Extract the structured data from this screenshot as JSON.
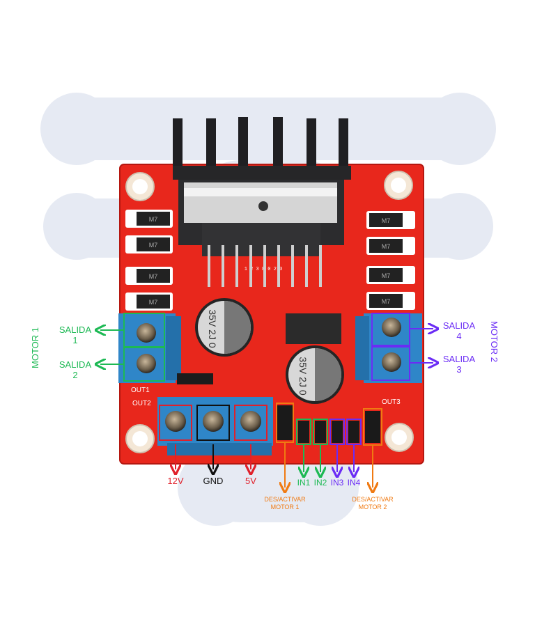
{
  "board": {
    "chip_marking": "1 2 3 8 0 2 3",
    "capacitor_left": "35V 2J 0",
    "capacitor_right": "35V 2J 0",
    "out_left_label": "OUT2",
    "out_left_top_label": "OUT1",
    "out_right_label": "OUT3",
    "diode_label": "M7"
  },
  "motor1": {
    "title": "MOTOR 1",
    "out1_label": "SALIDA\n1",
    "out2_label": "SALIDA\n2"
  },
  "motor2": {
    "title": "MOTOR 2",
    "out4_label": "SALIDA\n4",
    "out3_label": "SALIDA\n3"
  },
  "power": {
    "v12": "12V",
    "gnd": "GND",
    "v5": "5V"
  },
  "inputs": {
    "in1": "IN1",
    "in2": "IN2",
    "in3": "IN3",
    "in4": "IN4",
    "ena": "DES/ACTIVAR\nMOTOR 1",
    "enb": "DES/ACTIVAR\nMOTOR 2"
  },
  "colors": {
    "green": "#1db954",
    "purple": "#6b2cf5",
    "red": "#e0202a",
    "black": "#111111",
    "orange": "#f07a12",
    "pcb": "#e8271c",
    "terminal": "#2f86c8",
    "watermark": "#e6eaf3"
  }
}
